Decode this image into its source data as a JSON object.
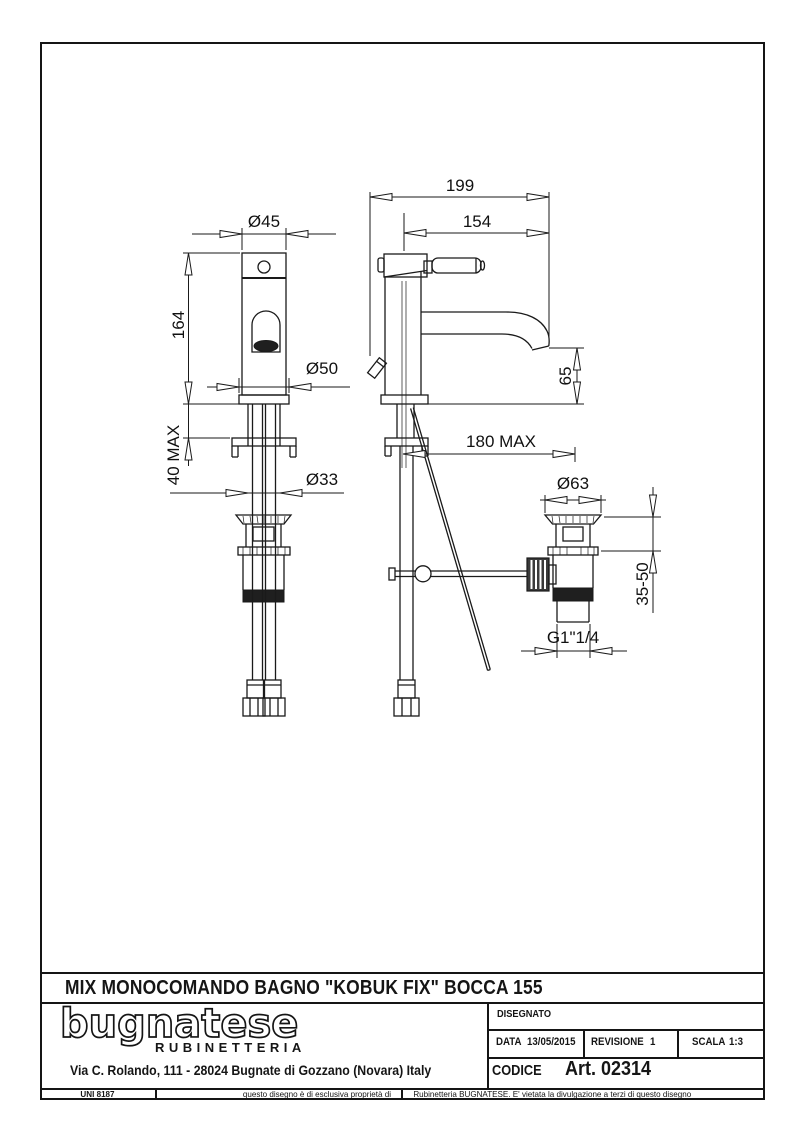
{
  "dims": {
    "d199": "199",
    "d154": "154",
    "dia45": "Ø45",
    "d164": "164",
    "dia50": "Ø50",
    "d65": "65",
    "d40max": "40 MAX",
    "d180max": "180 MAX",
    "dia33": "Ø33",
    "dia63": "Ø63",
    "d3550": "35-50",
    "thread": "G1\"1/4"
  },
  "title_block": {
    "title": "MIX MONOCOMANDO BAGNO \"KOBUK FIX\" BOCCA 155",
    "logo_name": "bugnatese",
    "logo_subtitle": "RUBINETTERIA",
    "address": "Via C. Rolando, 111 - 28024 Bugnate di Gozzano (Novara) Italy",
    "disegnato_label": "DISEGNATO",
    "data_label": "DATA",
    "data_value": "13/05/2015",
    "revisione_label": "REVISIONE",
    "revisione_value": "1",
    "scala_label": "SCALA",
    "scala_value": "1:3",
    "codice_label": "CODICE",
    "codice_value": "Art. 02314"
  },
  "footer": {
    "standard": "UNI 8187",
    "note_left": "questo disegno è di esclusiva proprietà di",
    "note_right": "Rubinetteria BUGNATESE. E' vietata la divulgazione a terzi di questo disegno"
  },
  "colors": {
    "line": "#151515",
    "background": "#ffffff"
  }
}
